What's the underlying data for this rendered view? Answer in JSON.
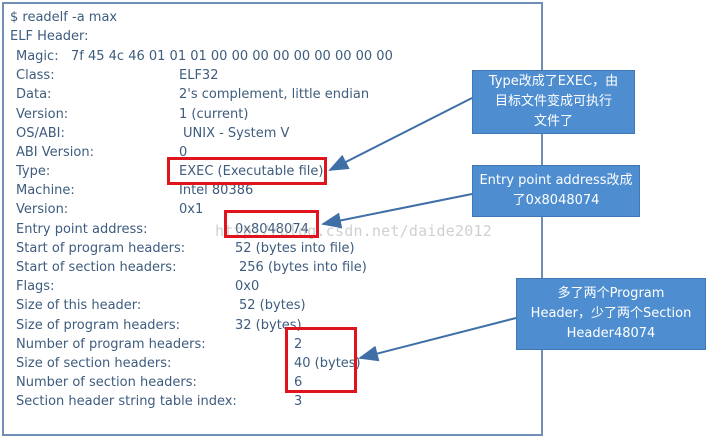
{
  "terminal": {
    "command": "$ readelf -a max",
    "section_title": "ELF Header:",
    "magic_label": "Magic:",
    "magic_value": "7f 45 4c 46 01 01 01 00 00 00 00 00 00 00 00 00",
    "fields": [
      {
        "label": "Class:",
        "value": "ELF32"
      },
      {
        "label": "Data:",
        "value": "2's complement, little endian"
      },
      {
        "label": "Version:",
        "value": "1 (current)"
      },
      {
        "label": "OS/ABI:",
        "value": "UNIX - System V"
      },
      {
        "label": "ABI Version:",
        "value": "0"
      },
      {
        "label": "Type:",
        "value": "EXEC (Executable file)"
      },
      {
        "label": "Machine:",
        "value": "Intel 80386"
      },
      {
        "label": "Version:",
        "value": "0x1"
      },
      {
        "label": "Entry point address:",
        "value": "0x8048074"
      },
      {
        "label": "Start of program headers:",
        "value": "52 (bytes into file)"
      },
      {
        "label": "Start of section headers:",
        "value": "256 (bytes into file)"
      },
      {
        "label": "Flags:",
        "value": "0x0"
      },
      {
        "label": "Size of this header:",
        "value": "52 (bytes)"
      },
      {
        "label": "Size of program headers:",
        "value": "32 (bytes)"
      },
      {
        "label": "Number of program headers:",
        "value": "2"
      },
      {
        "label": "Size of section headers:",
        "value": "40 (bytes)"
      },
      {
        "label": "Number of section headers:",
        "value": "6"
      },
      {
        "label": "Section header string table index:",
        "value": "3"
      }
    ]
  },
  "watermark": "http://blog.csdn.net/daide2012",
  "annotations": [
    {
      "lines": [
        "Type改成了EXEC，由",
        "目标文件变成可执行",
        "文件了"
      ]
    },
    {
      "lines": [
        "Entry point address改成",
        "了0x8048074"
      ]
    },
    {
      "lines": [
        "多了两个Program",
        "Header，少了两个Section",
        "Header48074"
      ]
    }
  ],
  "colors": {
    "terminal_text": "#3e5c7e",
    "terminal_border": "#6f8fb4",
    "highlight": "#e0141c",
    "note_bg": "#4e8ed0",
    "arrow": "#3f6fa6"
  }
}
